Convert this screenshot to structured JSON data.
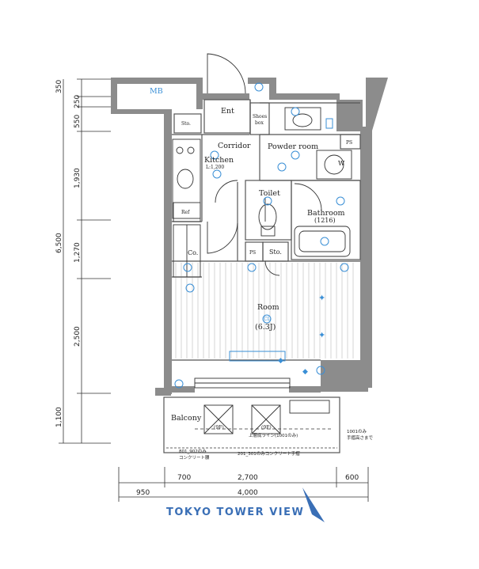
{
  "rooms": {
    "mb": "MB",
    "ent": "Ent",
    "sto_top": "Sto.",
    "shoes_line1": "Shoes",
    "shoes_line2": "box",
    "ps_top": "PS",
    "corridor": "Corridor",
    "powder": "Powder room",
    "kitchen": "Kitchen",
    "kitchen_sub": "L:1,200",
    "w": "W",
    "toilet": "Toilet",
    "bathroom": "Bathroom",
    "bathroom_sub": "(1216)",
    "ref": "Ref",
    "co": "Co.",
    "ps_mid": "PS",
    "sto_mid": "Sto.",
    "room": "Room",
    "room_cl": "CL",
    "room_size": "(6.3J)",
    "balcony": "Balcony",
    "balcony_ac1": "(9F)",
    "balcony_ac2": "(9F)"
  },
  "notes": {
    "balcony_line": "上層底ライン(1001のみ)",
    "note_left_1": "801_902のみ",
    "note_left_2": "コンクリート腰",
    "note_mid": "201_301のみコンクリート手摺",
    "note_right_1": "1001のみ",
    "note_right_2": "手摺高さまで"
  },
  "dims_left": [
    "350",
    "250",
    "550",
    "1,930",
    "6,500",
    "1,270",
    "2,500",
    "1,100"
  ],
  "dims_bottom": [
    "700",
    "2,700",
    "600",
    "950",
    "4,000"
  ],
  "brand": "TOKYO TOWER VIEW",
  "colors": {
    "wall": "#8c8c8c",
    "fixture": "#3a8fd6",
    "brand": "#3a6fb6",
    "line": "#333333"
  }
}
